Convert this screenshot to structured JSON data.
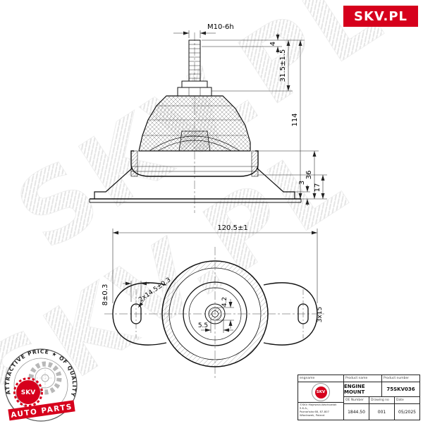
{
  "brand": {
    "logo_text": "SKV.PL",
    "accent_color": "#d6001c"
  },
  "watermark": {
    "text": "SKV.PL"
  },
  "badge": {
    "arc_text": "ATTRACTIVE PRICE ★ OF QUALITY",
    "center_text": "SKV",
    "ribbon_text": "AUTO PARTS"
  },
  "side_view": {
    "dims": {
      "thread": "M10-6h",
      "tip_length": "4",
      "stud_length": "31.5±1.5",
      "overall_height": "114",
      "body_height": "36",
      "plate_thickness": "3",
      "base_height": "17"
    }
  },
  "plan_view": {
    "dims": {
      "overall_width": "120.5±1",
      "slot_width": "8±0.3",
      "slot_spec": "2x14.5±0.3",
      "center_hole": "4.2",
      "center_offset": "5.5",
      "ear_spec": "3x15"
    }
  },
  "titleblock": {
    "engname_label": "engname",
    "logo_text": "SKV",
    "product_name_label": "Product name",
    "product_name": "ENGINE MOUNT",
    "product_number_label": "Product number",
    "product_number": "75SKV036",
    "oe_label": "OE Number",
    "oe_value": "1844.50",
    "drawing_label": "Drawing no",
    "drawing_value": "001",
    "date_label": "Date",
    "date_value": "05/2025",
    "company_line1": "©SKV Majewski-Wachowiak S.K.A.,",
    "company_line2": "Poznańska 68, 87-807 Włocławek, Poland"
  }
}
